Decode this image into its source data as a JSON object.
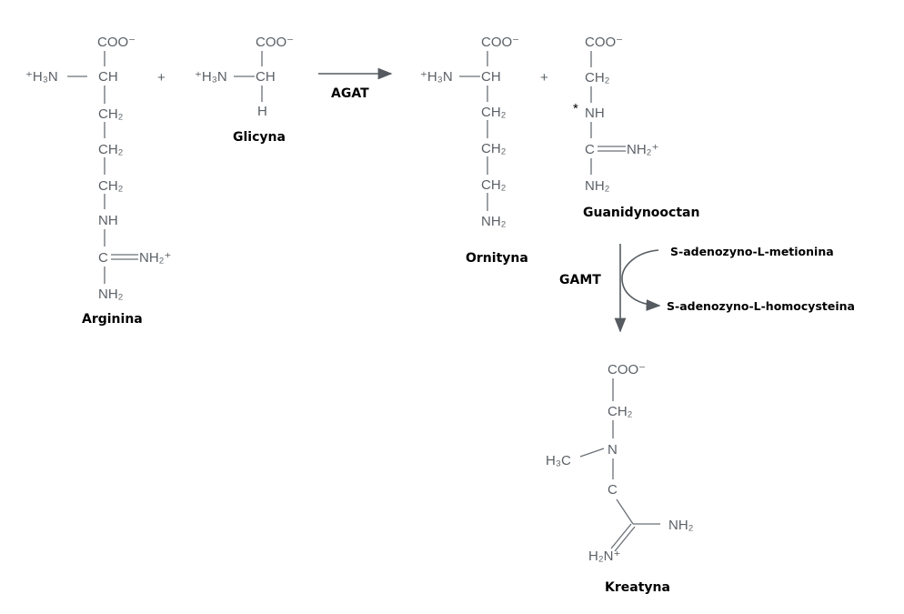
{
  "arginine": {
    "name": "Arginina",
    "coo": "COO⁻",
    "h3n": "⁺H₃N",
    "ch": "CH",
    "ch2_1": "CH₂",
    "ch2_2": "CH₂",
    "ch2_3": "CH₂",
    "nh": "NH",
    "c": "C",
    "nh2plus": "NH₂⁺",
    "nh2": "NH₂"
  },
  "plus1": "+",
  "glycine": {
    "name": "Glicyna",
    "coo": "COO⁻",
    "h3n": "⁺H₃N",
    "ch": "CH",
    "h": "H"
  },
  "agat": "AGAT",
  "ornithine": {
    "name": "Ornityna",
    "coo": "COO⁻",
    "h3n": "⁺H₃N",
    "ch": "CH",
    "ch2_1": "CH₂",
    "ch2_2": "CH₂",
    "ch2_3": "CH₂",
    "nh2": "NH₂"
  },
  "plus2": "+",
  "guanidinoacetate": {
    "name": "Guanidynooctan",
    "coo": "COO⁻",
    "ch2": "CH₂",
    "star": "*",
    "nh": "NH",
    "c": "C",
    "nh2plus": "NH₂⁺",
    "nh2": "NH₂"
  },
  "gamt": "GAMT",
  "sam": "S-adenozyno-L-metionina",
  "sah": "S-adenozyno-L-homocysteina",
  "creatine": {
    "name": "Kreatyna",
    "coo": "COO⁻",
    "ch2": "CH₂",
    "n": "N",
    "h3c": "H₃C",
    "c": "C",
    "nh2": "NH₂",
    "h2nplus": "H₂N⁺"
  }
}
